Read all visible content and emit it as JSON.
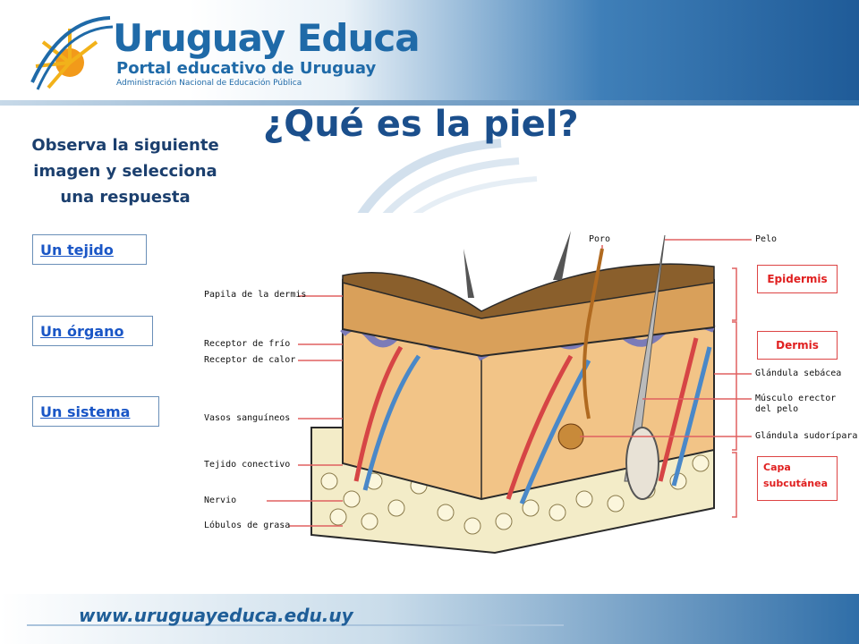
{
  "header": {
    "logo_title": "Uruguay Educa",
    "logo_subtitle": "Portal educativo de Uruguay",
    "logo_tagline": "Administración Nacional de Educación Pública"
  },
  "slide": {
    "title": "¿Qué es la piel?",
    "instruction": "Observa la siguiente imagen  y selecciona una respuesta"
  },
  "options": [
    {
      "label": "Un tejido"
    },
    {
      "label": "Un órgano"
    },
    {
      "label": "Un sistema"
    }
  ],
  "diagram": {
    "left_labels": [
      "Papila de la dermis",
      "Receptor de frío",
      "Receptor de calor",
      "Vasos sanguíneos",
      "Tejido conectivo",
      "Nervio",
      "Lóbulos de grasa"
    ],
    "top_labels": [
      "Poro",
      "Pelo"
    ],
    "right_labels": [
      "Glándula sebácea",
      "Músculo erector",
      "del pelo",
      "Glándula sudorípara"
    ],
    "layer_buttons": [
      "Epidermis",
      "Dermis",
      "Capa subcutánea"
    ],
    "accent_color": "#e02020"
  },
  "footer": {
    "url": "www.uruguayeduca.edu.uy"
  }
}
